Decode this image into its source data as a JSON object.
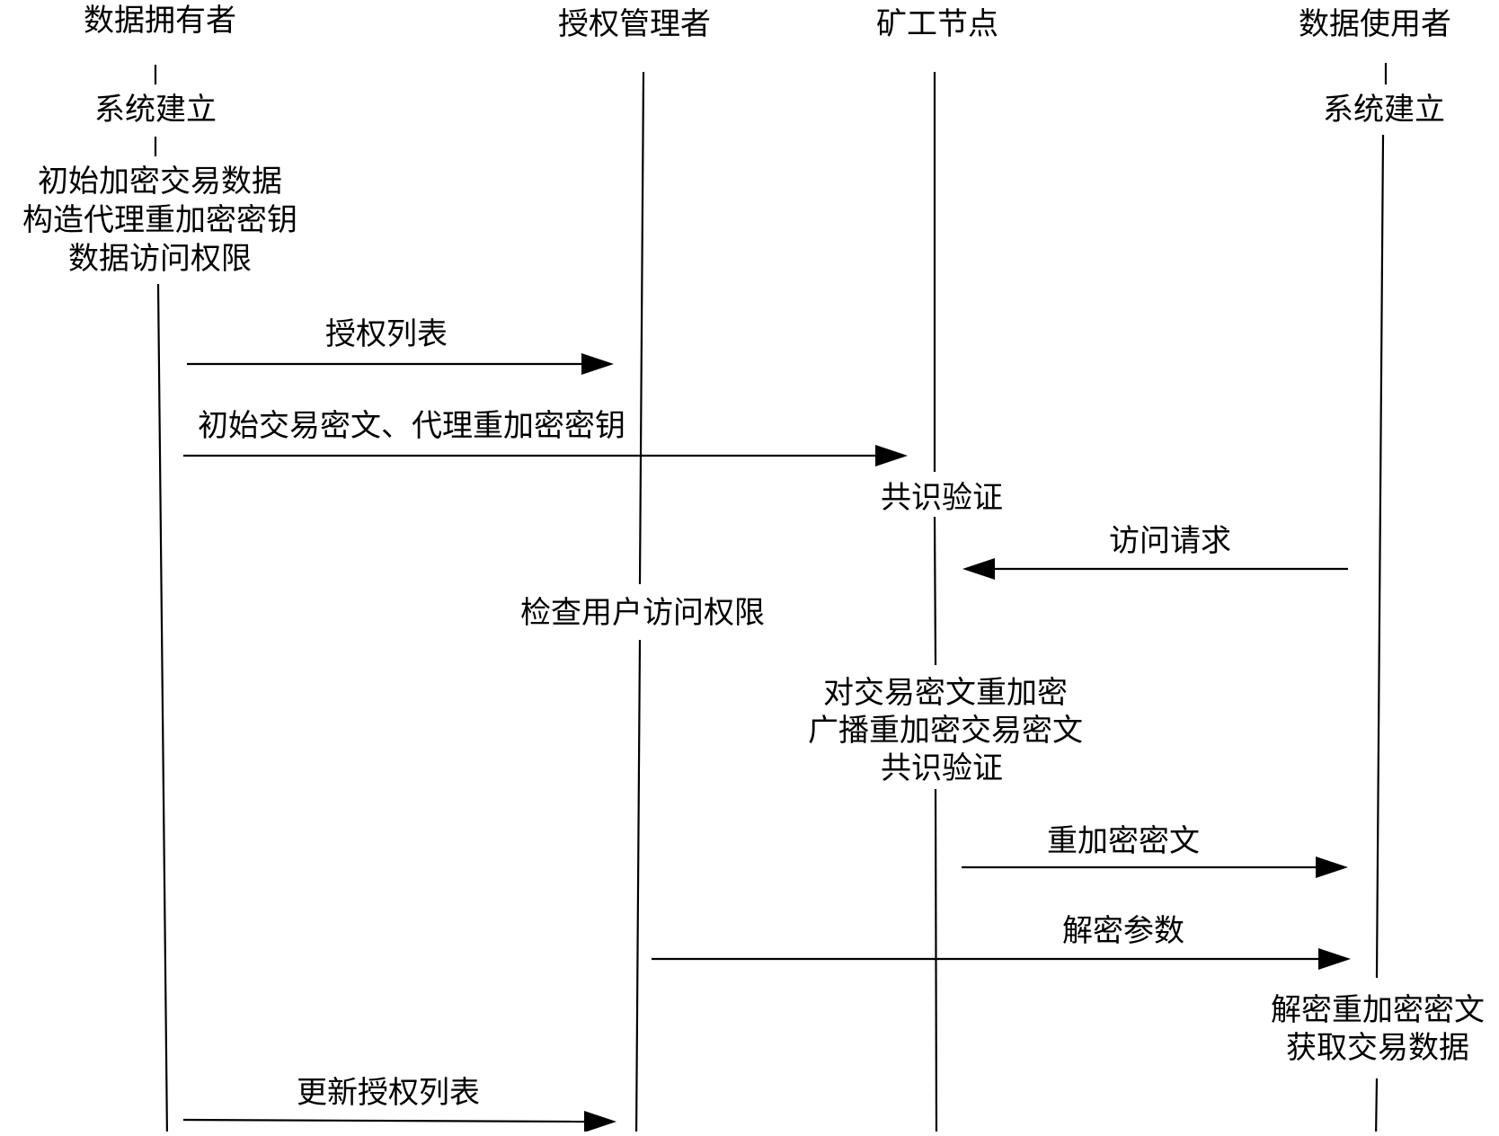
{
  "participants": [
    {
      "id": "owner",
      "label": "数据拥有者"
    },
    {
      "id": "manager",
      "label": "授权管理者"
    },
    {
      "id": "miner",
      "label": "矿工节点"
    },
    {
      "id": "user",
      "label": "数据使用者"
    }
  ],
  "steps": {
    "owner_setup": "系统建立",
    "owner_init": [
      "初始加密交易数据",
      "构造代理重加密密钥",
      "数据访问权限"
    ],
    "user_setup": "系统建立",
    "miner_verify_1": "共识验证",
    "manager_check": "检查用户访问权限",
    "miner_reencrypt": [
      "对交易密文重加密",
      "广播重加密交易密文",
      "共识验证"
    ],
    "user_decrypt": [
      "解密重加密密文",
      "获取交易数据"
    ]
  },
  "messages": [
    {
      "id": "auth-list",
      "from": "owner",
      "to": "manager",
      "label": "授权列表"
    },
    {
      "id": "init-cipher",
      "from": "owner",
      "to": "miner",
      "label": "初始交易密文、代理重加密密钥"
    },
    {
      "id": "access-request",
      "from": "user",
      "to": "miner",
      "label": "访问请求"
    },
    {
      "id": "reencrypted-cipher",
      "from": "miner",
      "to": "user",
      "label": "重加密密文"
    },
    {
      "id": "decrypt-params",
      "from": "manager",
      "to": "user",
      "label": "解密参数"
    },
    {
      "id": "update-auth-list",
      "from": "owner",
      "to": "manager",
      "label": "更新授权列表"
    }
  ]
}
